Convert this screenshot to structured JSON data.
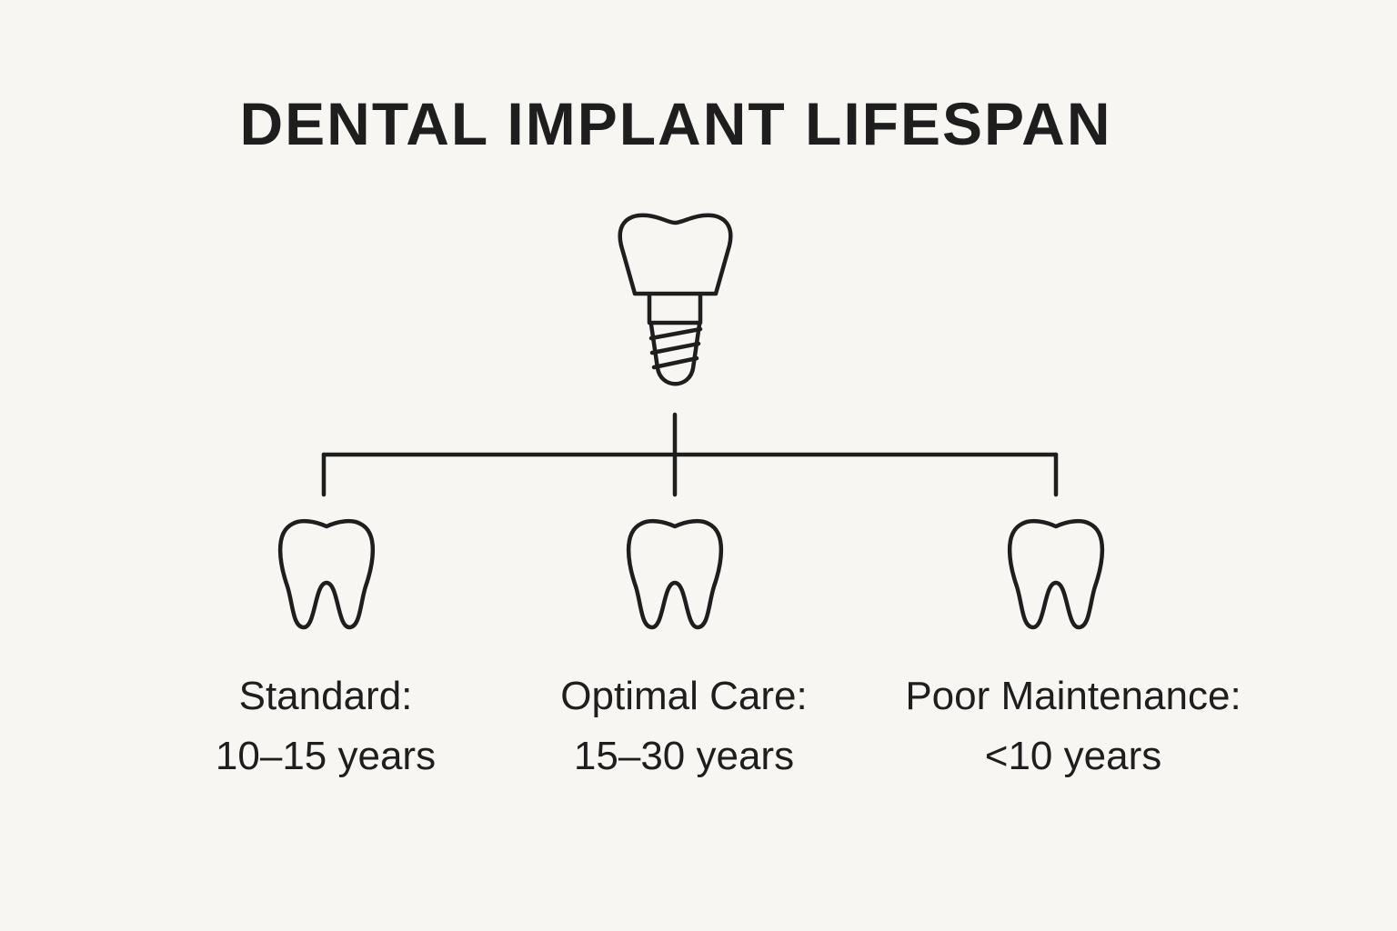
{
  "title": "DENTAL IMPLANT LIFESPAN",
  "root": {
    "icon": "dental-implant-icon"
  },
  "branches": [
    {
      "icon": "tooth-icon",
      "label": "Standard:",
      "value": "10–15 years"
    },
    {
      "icon": "tooth-icon",
      "label": "Optimal Care:",
      "value": "15–30 years"
    },
    {
      "icon": "tooth-icon",
      "label": "Poor Maintenance:",
      "value": "<10 years"
    }
  ],
  "colors": {
    "background": "#f7f6f2",
    "ink": "#1e1e1e"
  }
}
